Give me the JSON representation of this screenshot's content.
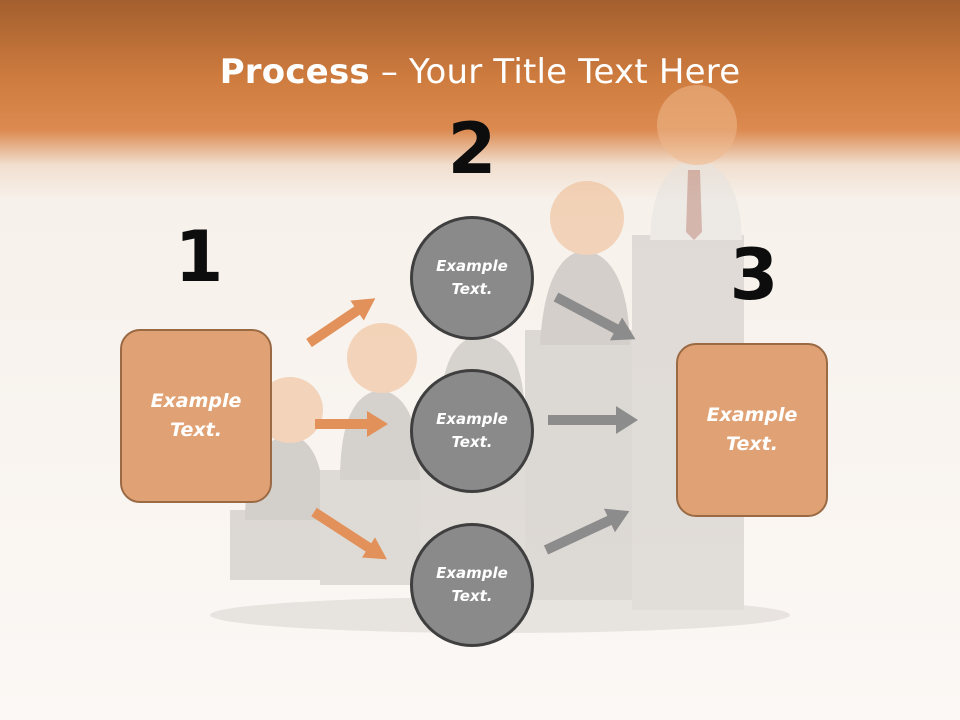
{
  "title": {
    "bold": "Process",
    "rest": " – Your Title Text Here"
  },
  "steps": {
    "one": "1",
    "two": "2",
    "three": "3"
  },
  "left_box": {
    "line1": "Example",
    "line2": "Text."
  },
  "right_box": {
    "line1": "Example",
    "line2": "Text."
  },
  "circles": [
    {
      "line1": "Example",
      "line2": "Text."
    },
    {
      "line1": "Example",
      "line2": "Text."
    },
    {
      "line1": "Example",
      "line2": "Text."
    }
  ],
  "colors": {
    "header": "#cf7c3f",
    "box_fill": "#e0a274",
    "box_border": "#9a6a45",
    "circle_fill": "#8a8a8a",
    "circle_border": "#3f3f3f",
    "orange_arrow": "#e2915a",
    "gray_arrow": "#8c8c8c"
  }
}
